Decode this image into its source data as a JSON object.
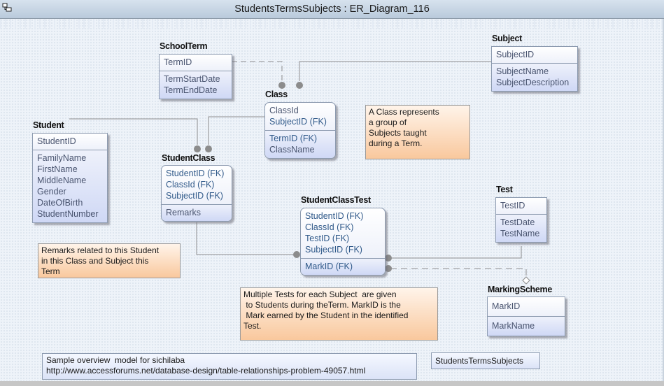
{
  "window": {
    "title": "StudentsTermsSubjects : ER_Diagram_116",
    "icon": "diagram-icon"
  },
  "entities": {
    "schoolterm": {
      "name": "SchoolTerm",
      "pk": [
        "TermID"
      ],
      "attrs": [
        "TermStartDate",
        "TermEndDate"
      ]
    },
    "subject": {
      "name": "Subject",
      "pk": [
        "SubjectID"
      ],
      "attrs": [
        "SubjectName",
        "SubjectDescription"
      ]
    },
    "class": {
      "name": "Class",
      "pk": [
        "ClassId",
        "SubjectID (FK)"
      ],
      "attrs": [
        "TermID (FK)",
        "ClassName"
      ]
    },
    "student": {
      "name": "Student",
      "pk": [
        "StudentID"
      ],
      "attrs": [
        "FamilyName",
        "FirstName",
        "MiddleName",
        "Gender",
        "DateOfBirth",
        "StudentNumber"
      ]
    },
    "studentclass": {
      "name": "StudentClass",
      "pk": [
        "StudentID (FK)",
        "ClassId (FK)",
        "SubjectID (FK)"
      ],
      "attrs": [
        "Remarks"
      ]
    },
    "studentclasstest": {
      "name": "StudentClassTest",
      "pk": [
        "StudentID (FK)",
        "ClassId (FK)",
        "TestID (FK)",
        "SubjectID (FK)"
      ],
      "attrs": [
        "MarkID (FK)"
      ]
    },
    "test": {
      "name": "Test",
      "pk": [
        "TestID"
      ],
      "attrs": [
        "TestDate",
        "TestName"
      ]
    },
    "markingscheme": {
      "name": "MarkingScheme",
      "pk": [
        "MarkID"
      ],
      "attrs": [
        "MarkName"
      ]
    }
  },
  "notes": {
    "class_note": "A Class represents\na group of\nSubjects taught\nduring a Term.",
    "remarks_note": "Remarks related to this Student\nin this Class and Subject this\nTerm",
    "tests_note": "Multiple Tests for each Subject  are given\n to Students during theTerm. MarkID is the\n Mark earned by the Student in the identified\nTest.",
    "source_note": "Sample overview  model for sichilaba\nhttp://www.accessforums.net/database-design/table-relationships-problem-49057.html",
    "model_label": "StudentsTermsSubjects"
  },
  "relationships": [
    {
      "from": "SchoolTerm",
      "to": "Class",
      "style": "non-identifying"
    },
    {
      "from": "Subject",
      "to": "Class",
      "style": "identifying"
    },
    {
      "from": "Student",
      "to": "StudentClass",
      "style": "identifying"
    },
    {
      "from": "Class",
      "to": "StudentClass",
      "style": "identifying"
    },
    {
      "from": "StudentClass",
      "to": "StudentClassTest",
      "style": "identifying"
    },
    {
      "from": "Test",
      "to": "StudentClassTest",
      "style": "identifying"
    },
    {
      "from": "MarkingScheme",
      "to": "StudentClassTest",
      "style": "non-identifying-optional"
    }
  ]
}
